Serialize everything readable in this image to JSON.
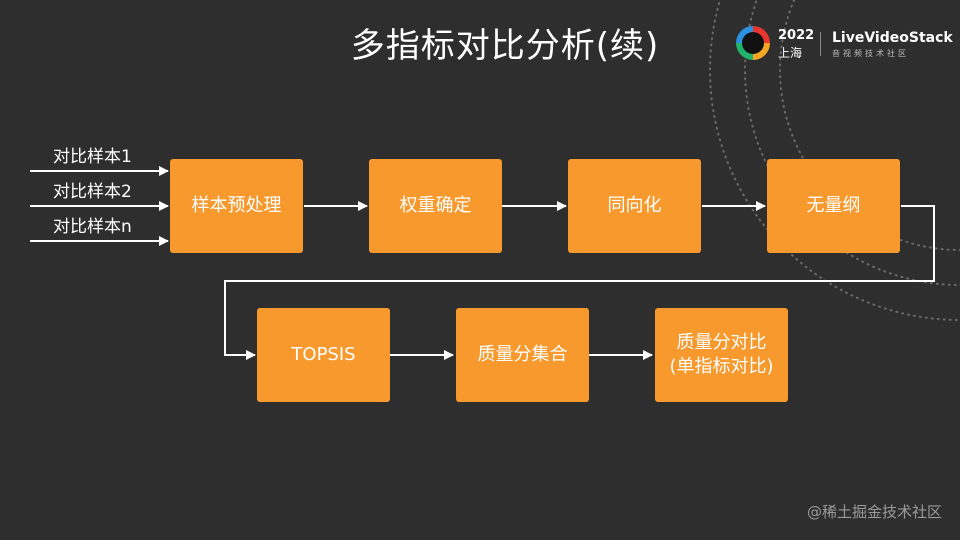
{
  "title": "多指标对比分析(续)",
  "logo": {
    "year": "2022",
    "city": "上海",
    "brand": "LiveVideoStack",
    "brand_sub": "音视频技术社区"
  },
  "inputs": [
    "对比样本1",
    "对比样本2",
    "对比样本n"
  ],
  "steps": {
    "preprocess": "样本预处理",
    "weight": "权重确定",
    "same_direction": "同向化",
    "dimensionless": "无量纲",
    "topsis": "TOPSIS",
    "quality_set": "质量分集合",
    "quality_compare_line1": "质量分对比",
    "quality_compare_line2": "(单指标对比)"
  },
  "watermark": "@稀土掘金技术社区",
  "colors": {
    "background": "#2e2e2e",
    "box": "#f7992d",
    "arrow": "#ffffff"
  }
}
